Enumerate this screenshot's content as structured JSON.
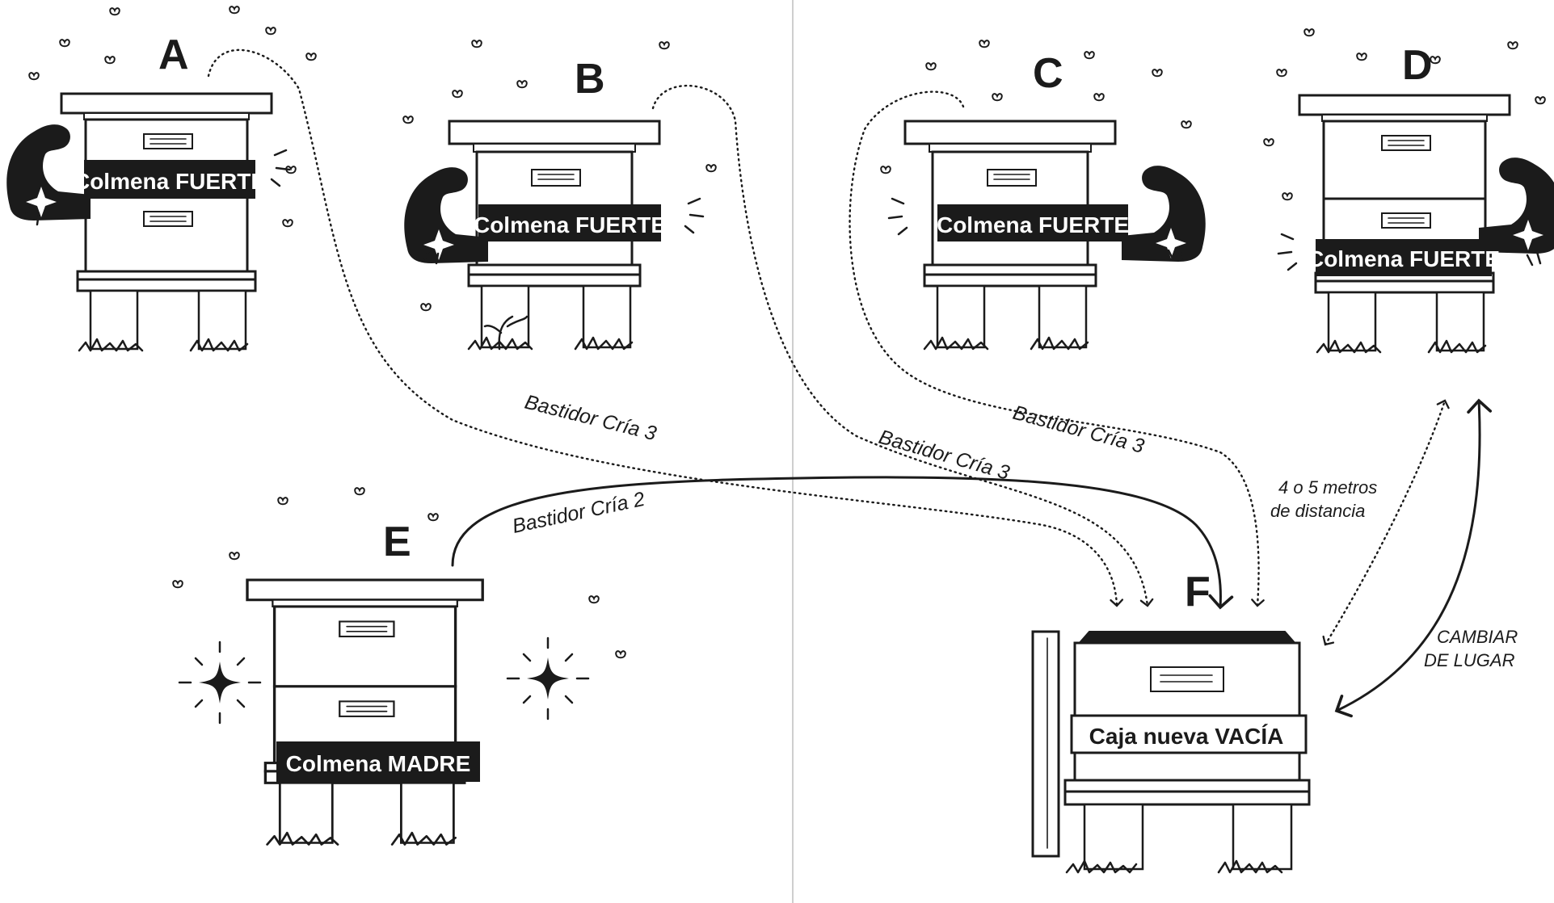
{
  "hives": [
    {
      "id": "A",
      "band": "Colmena FUERTE"
    },
    {
      "id": "B",
      "band": "Colmena FUERTE"
    },
    {
      "id": "C",
      "band": "Colmena FUERTE"
    },
    {
      "id": "D",
      "band": "Colmena FUERTE"
    },
    {
      "id": "E",
      "band": "Colmena MADRE"
    },
    {
      "id": "F",
      "band": "Caja nueva VACÍA"
    }
  ],
  "transfers": [
    {
      "from": "A",
      "to": "F",
      "label": "Bastidor Cría 3",
      "style": "dotted"
    },
    {
      "from": "B",
      "to": "F",
      "label": "Bastidor Cría 3",
      "style": "dotted"
    },
    {
      "from": "C",
      "to": "F",
      "label": "Bastidor Cría 3",
      "style": "dotted"
    },
    {
      "from": "E",
      "to": "F",
      "label": "Bastidor Cría 2",
      "style": "solid"
    }
  ],
  "distance_note": {
    "line1": "4 o 5 metros",
    "line2": "de distancia"
  },
  "swap_note": {
    "line1": "CAMBIAR",
    "line2": "DE LUGAR"
  },
  "colors": {
    "ink": "#1b1b1b",
    "paper": "#ffffff",
    "divider": "#bdbdbd"
  }
}
